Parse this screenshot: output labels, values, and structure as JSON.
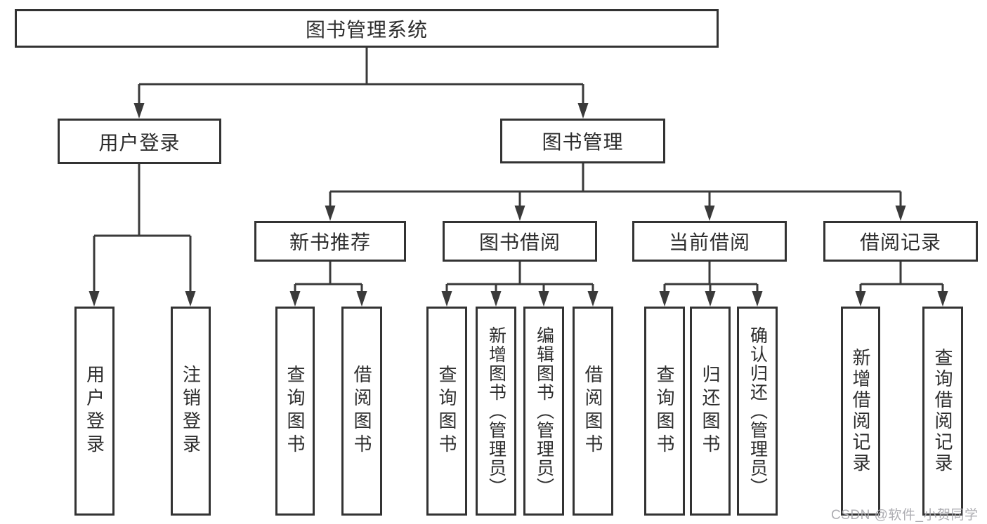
{
  "diagram": {
    "title": "图书管理系统",
    "branches": [
      {
        "label": "用户登录",
        "leaves": [
          "用户登录",
          "注销登录"
        ]
      },
      {
        "label": "图书管理",
        "groups": [
          {
            "label": "新书推荐",
            "leaves": [
              "查询图书",
              "借阅图书"
            ]
          },
          {
            "label": "图书借阅",
            "leaves": [
              "查询图书",
              "新增图书（管理员）",
              "编辑图书（管理员）",
              "借阅图书"
            ]
          },
          {
            "label": "当前借阅",
            "leaves": [
              "查询图书",
              "归还图书",
              "确认归还（管理员）"
            ]
          },
          {
            "label": "借阅记录",
            "leaves": [
              "新增借阅记录",
              "查询借阅记录"
            ]
          }
        ]
      }
    ]
  },
  "watermark": "CSDN @软件_小贺同学",
  "colors": {
    "background": "#ffffff",
    "box_border": "#333333",
    "connector_line": "#3a3a3a",
    "text": "#2d2d2d",
    "watermark_text": "#a9a9ae"
  }
}
